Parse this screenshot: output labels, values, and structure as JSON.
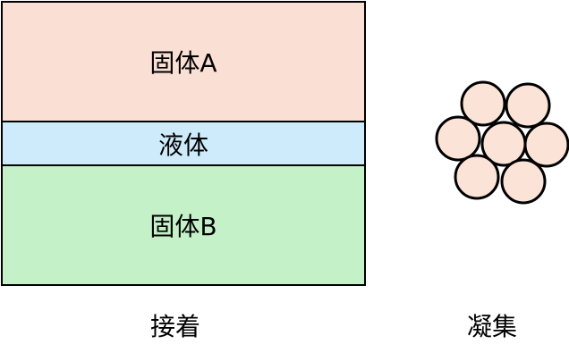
{
  "layers": {
    "solid_a": "固体A",
    "liquid": "液体",
    "solid_b": "固体B"
  },
  "captions": {
    "adhesion": "接着",
    "aggregation": "凝集"
  },
  "colors": {
    "solid_a": "#fae0d4",
    "liquid": "#cdebfb",
    "solid_b": "#c5f1c9",
    "particle": "#fce3d7"
  }
}
